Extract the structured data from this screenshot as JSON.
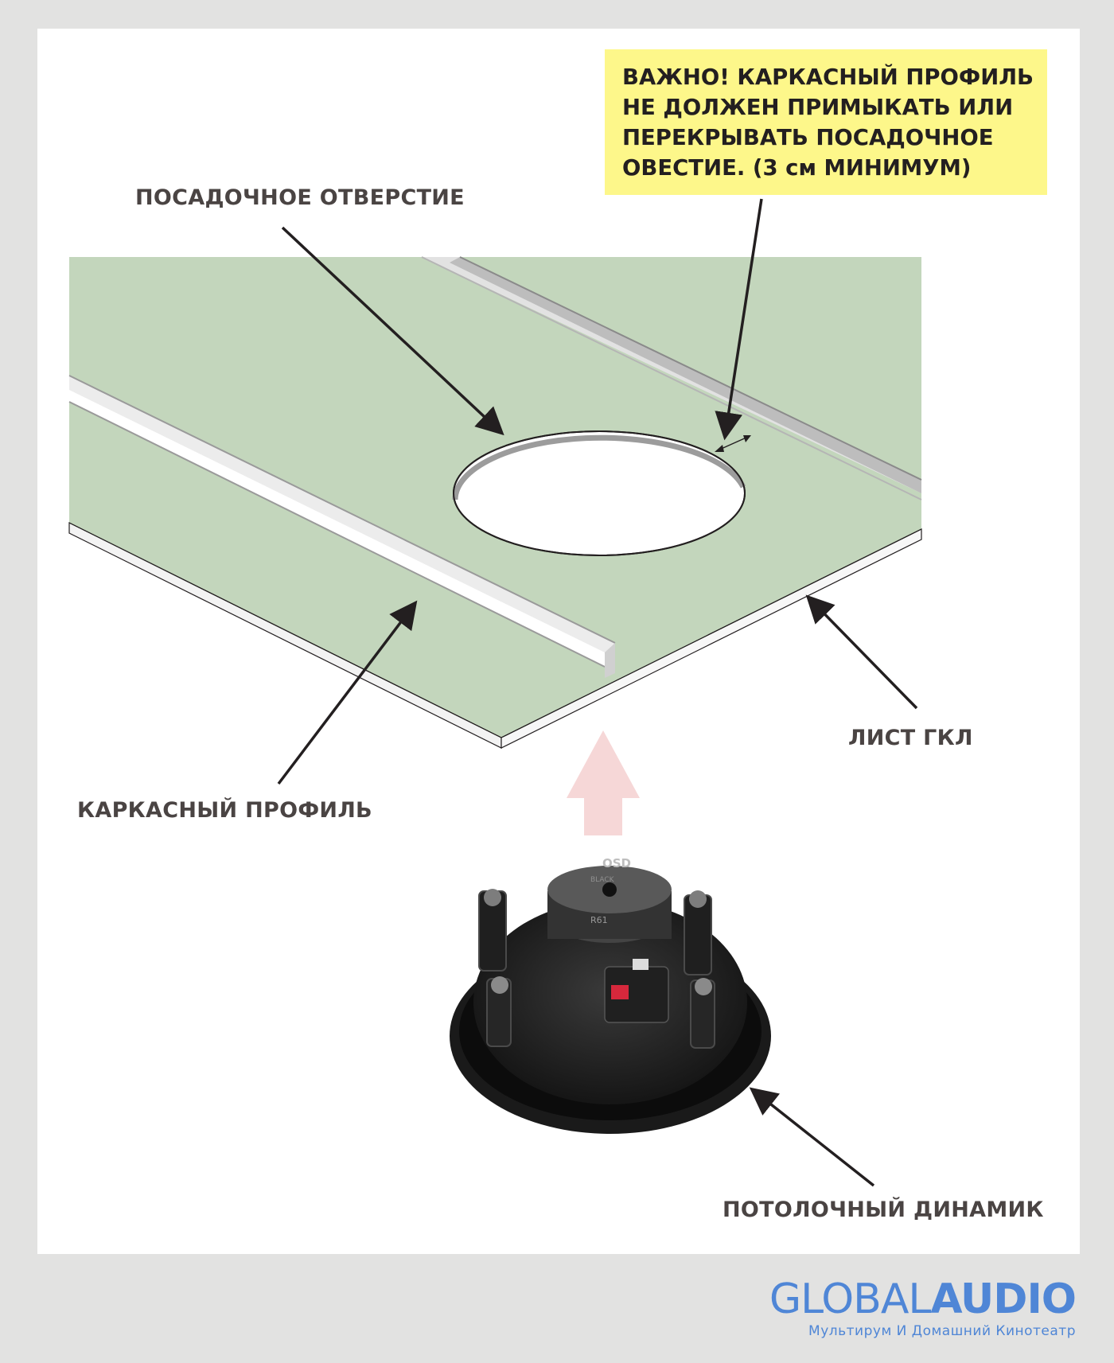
{
  "labels": {
    "mounting_hole": "ПОСАДОЧНОЕ ОТВЕРСТИЕ",
    "gkl_sheet": "ЛИСТ ГКЛ",
    "frame_profile": "КАРКАСНЫЙ ПРОФИЛЬ",
    "ceiling_speaker": "ПОТОЛОЧНЫЙ ДИНАМИК"
  },
  "note": {
    "lines": [
      "ВАЖНО! КАРКАСНЫЙ ПРОФИЛЬ",
      "НЕ ДОЛЖЕН ПРИМЫКАТЬ ИЛИ",
      "ПЕРЕКРЫВАТЬ ПОСАДОЧНОЕ",
      "ОВЕСТИЕ. (3 см МИНИМУМ)"
    ]
  },
  "speaker": {
    "brand": "OSD",
    "series": "BLACK",
    "model": "R61"
  },
  "logo": {
    "word_light": "GLOBAL",
    "word_bold": "AUDIO",
    "tagline": "Мультирум И Домашний Кинотеатр"
  },
  "colors": {
    "background": "#e2e2e1",
    "panel": "#ffffff",
    "board_green": "#c3d6bc",
    "note_yellow": "#fdf78a",
    "label_text": "#4a4443",
    "logo_blue": "#4f86d6",
    "up_arrow_pink": "#f6d7d7"
  }
}
